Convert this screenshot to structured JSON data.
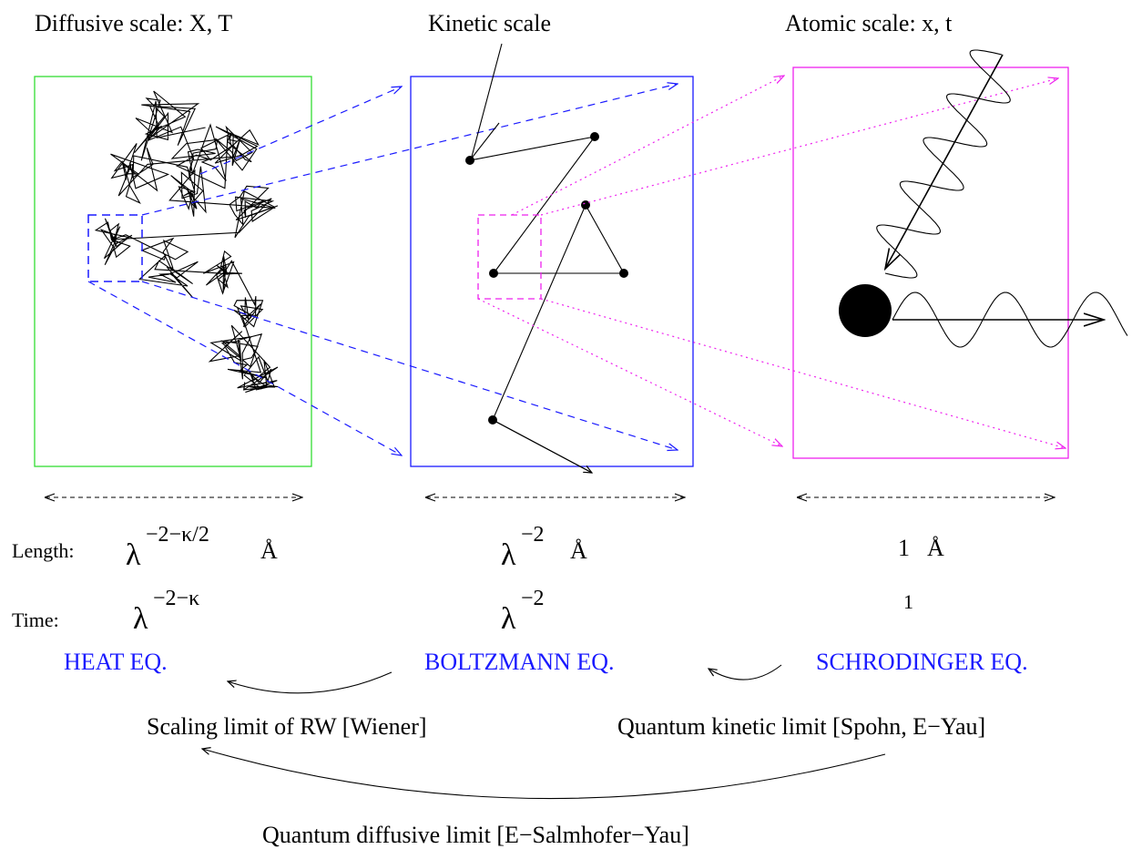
{
  "scales": {
    "diffusive": "Diffusive scale: X, T",
    "kinetic": "Kinetic scale",
    "atomic": "Atomic scale:  x, t"
  },
  "rows": {
    "length_label": "Length:",
    "time_label": "Time:"
  },
  "length": {
    "diffusive_base": "λ",
    "diffusive_exp": "−2−κ/2",
    "diffusive_unit": "Å",
    "kinetic_base": "λ",
    "kinetic_exp": "−2",
    "kinetic_unit": "Å",
    "atomic_value": "1",
    "atomic_unit": "Å"
  },
  "time": {
    "diffusive_base": "λ",
    "diffusive_exp": "−2−κ",
    "kinetic_base": "λ",
    "kinetic_exp": "−2",
    "atomic_value": "1"
  },
  "equations": {
    "heat": "HEAT EQ.",
    "boltzmann": "BOLTZMANN EQ.",
    "schrodinger": "SCHRODINGER EQ."
  },
  "limits": {
    "scaling": "Scaling limit of RW [Wiener]",
    "quantum_kinetic": "Quantum kinetic limit [Spohn, E−Yau]",
    "quantum_diffusive": "Quantum diffusive limit [E−Salmhofer−Yau]"
  },
  "colors": {
    "diffusive_frame": "#33dd33",
    "kinetic_frame": "#1a1aff",
    "atomic_frame": "#ee22ee",
    "equation_text": "#1a1aff"
  }
}
